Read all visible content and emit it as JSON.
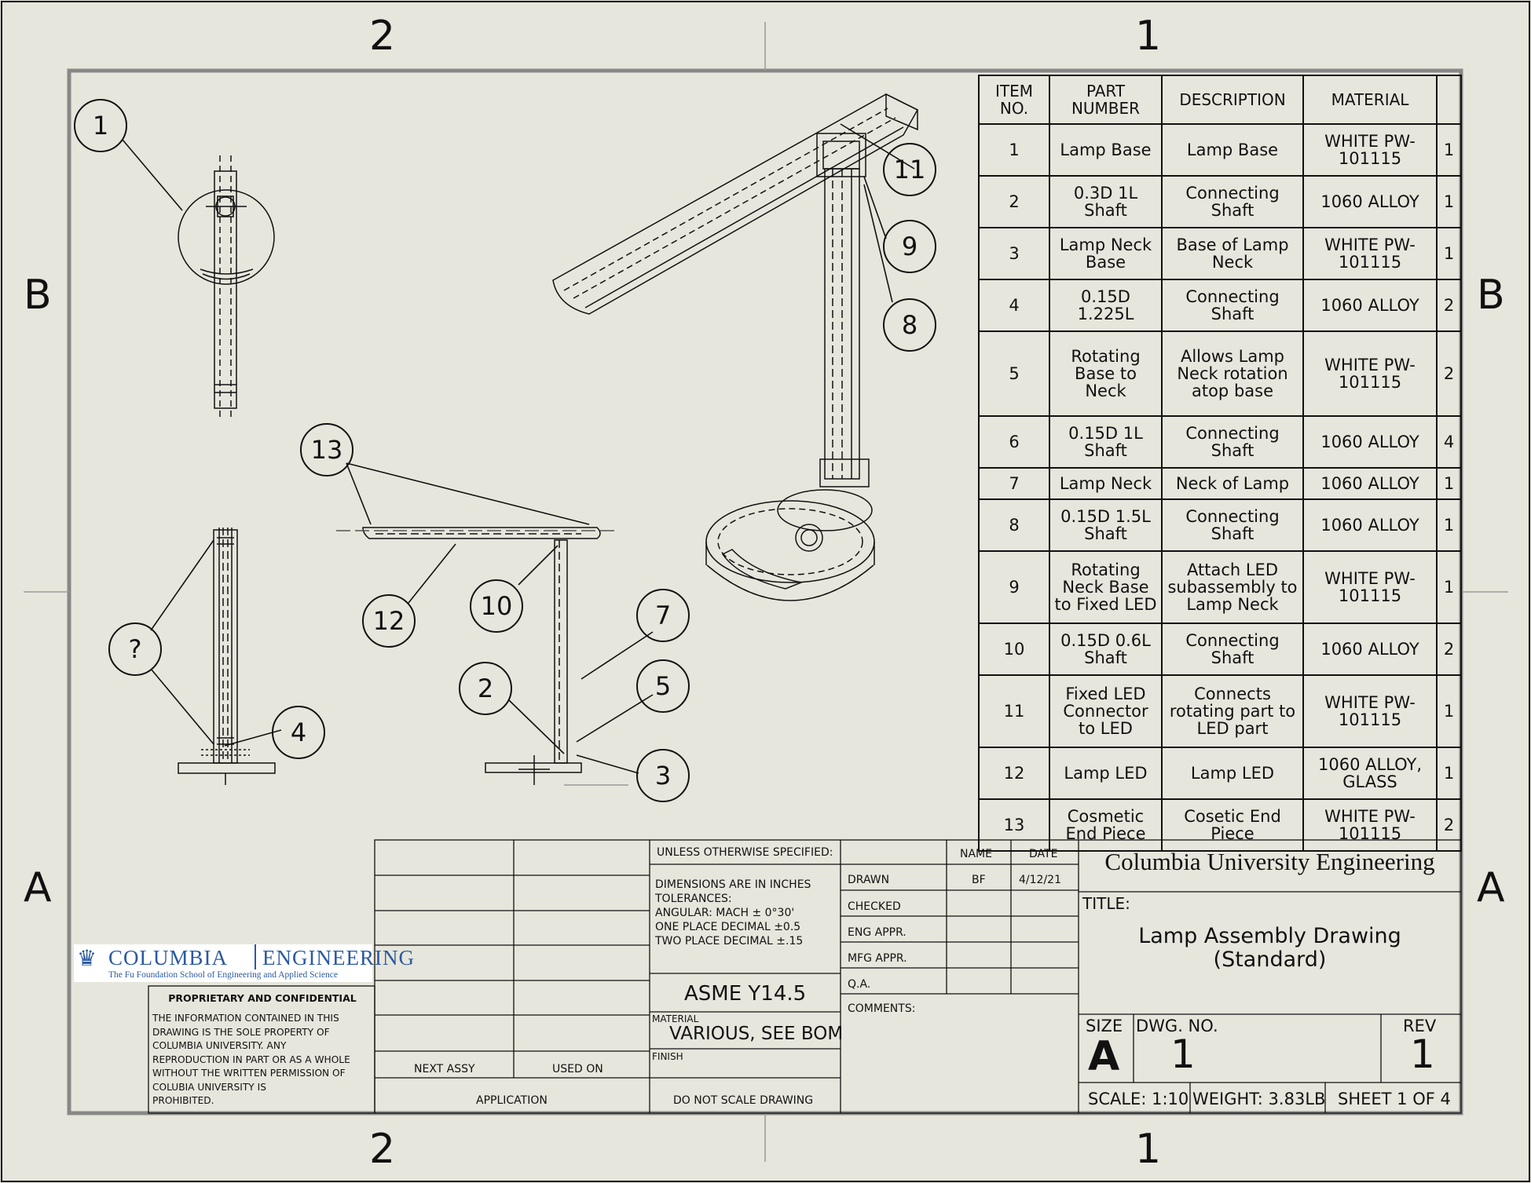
{
  "zones": {
    "col_left": "2",
    "col_right": "1",
    "row_top": "B",
    "row_bottom": "A"
  },
  "balloons": [
    "1",
    "2",
    "3",
    "4",
    "5",
    "7",
    "8",
    "9",
    "10",
    "11",
    "12",
    "13",
    "?"
  ],
  "bom": {
    "headers": [
      "ITEM\nNO.",
      "PART\nNUMBER",
      "DESCRIPTION",
      "MATERIAL",
      ""
    ],
    "rows": [
      {
        "item": "1",
        "part": "Lamp Base",
        "desc": "Lamp Base",
        "material": "WHITE PW-\n101115",
        "qty": "1"
      },
      {
        "item": "2",
        "part": "0.3D 1L Shaft",
        "desc": "Connecting\nShaft",
        "material": "1060 ALLOY",
        "qty": "1"
      },
      {
        "item": "3",
        "part": "Lamp Neck\nBase",
        "desc": "Base of Lamp\nNeck",
        "material": "WHITE PW-\n101115",
        "qty": "1"
      },
      {
        "item": "4",
        "part": "0.15D 1.225L",
        "desc": "Connecting\nShaft",
        "material": "1060 ALLOY",
        "qty": "2"
      },
      {
        "item": "5",
        "part": "Rotating\nBase to\nNeck",
        "desc": "Allows Lamp\nNeck rotation\natop base",
        "material": "WHITE PW-\n101115",
        "qty": "2"
      },
      {
        "item": "6",
        "part": "0.15D 1L\nShaft",
        "desc": "Connecting\nShaft",
        "material": "1060 ALLOY",
        "qty": "4"
      },
      {
        "item": "7",
        "part": "Lamp Neck",
        "desc": "Neck of Lamp",
        "material": "1060 ALLOY",
        "qty": "1"
      },
      {
        "item": "8",
        "part": "0.15D 1.5L\nShaft",
        "desc": "Connecting\nShaft",
        "material": "1060 ALLOY",
        "qty": "1"
      },
      {
        "item": "9",
        "part": "Rotating\nNeck Base\nto Fixed LED",
        "desc": "Attach LED\nsubassembly to\nLamp Neck",
        "material": "WHITE PW-\n101115",
        "qty": "1"
      },
      {
        "item": "10",
        "part": "0.15D 0.6L\nShaft",
        "desc": "Connecting\nShaft",
        "material": "1060 ALLOY",
        "qty": "2"
      },
      {
        "item": "11",
        "part": "Fixed LED\nConnector\nto LED",
        "desc": "Connects\nrotating part to\nLED part",
        "material": "WHITE PW-\n101115",
        "qty": "1"
      },
      {
        "item": "12",
        "part": "Lamp LED",
        "desc": "Lamp LED",
        "material": "1060 ALLOY,\nGLASS",
        "qty": "1"
      },
      {
        "item": "13",
        "part": "Cosmetic\nEnd Piece",
        "desc": "Cosetic End\nPiece",
        "material": "WHITE PW-\n101115",
        "qty": "2"
      }
    ]
  },
  "title_block": {
    "unless": "UNLESS OTHERWISE SPECIFIED:",
    "dims": "DIMENSIONS ARE IN INCHES",
    "tol": "TOLERANCES:",
    "angular": "ANGULAR: MACH ±   0°30'",
    "one_place": "ONE PLACE DECIMAL  ±0.5",
    "two_place": "TWO PLACE DECIMAL  ±.15",
    "name_h": "NAME",
    "date_h": "DATE",
    "drawn": "DRAWN",
    "drawn_name": "BF",
    "drawn_date": "4/12/21",
    "checked": "CHECKED",
    "eng": "ENG APPR.",
    "mfg": "MFG APPR.",
    "qa": "Q.A.",
    "comments": "COMMENTS:",
    "standard": "ASME Y14.5",
    "material_label": "MATERIAL",
    "material": "VARIOUS, SEE BOM",
    "finish_label": "FINISH",
    "no_scale": "DO NOT SCALE DRAWING",
    "next_assy": "NEXT ASSY",
    "used_on": "USED ON",
    "application": "APPLICATION",
    "company": "Columbia University Engineering",
    "title_label": "TITLE:",
    "title_l1": "Lamp Assembly Drawing",
    "title_l2": "(Standard)",
    "size_label": "SIZE",
    "size": "A",
    "dwg_label": "DWG.  NO.",
    "dwg": "1",
    "rev_label": "REV",
    "rev": "1",
    "scale": "SCALE: 1:10",
    "weight": "WEIGHT: 3.83LB",
    "sheet": "SHEET 1 OF 4"
  },
  "logo": {
    "main_a": "COLUMBIA",
    "main_b": "ENGINEERING",
    "sub": "The Fu Foundation School of Engineering and Applied Science"
  },
  "proprietary": {
    "heading": "PROPRIETARY AND CONFIDENTIAL",
    "lines": [
      "THE INFORMATION CONTAINED IN THIS",
      "DRAWING IS THE SOLE PROPERTY OF",
      "COLUMBIA UNIVERSITY.  ANY",
      "REPRODUCTION IN PART OR AS A WHOLE",
      "WITHOUT THE WRITTEN PERMISSION OF",
      "COLUBIA UNIVERSITY IS",
      "PROHIBITED."
    ]
  },
  "colors": {
    "paper": "#e7e6dc",
    "ink": "#111111",
    "logo_blue": "#2b5aa0"
  }
}
